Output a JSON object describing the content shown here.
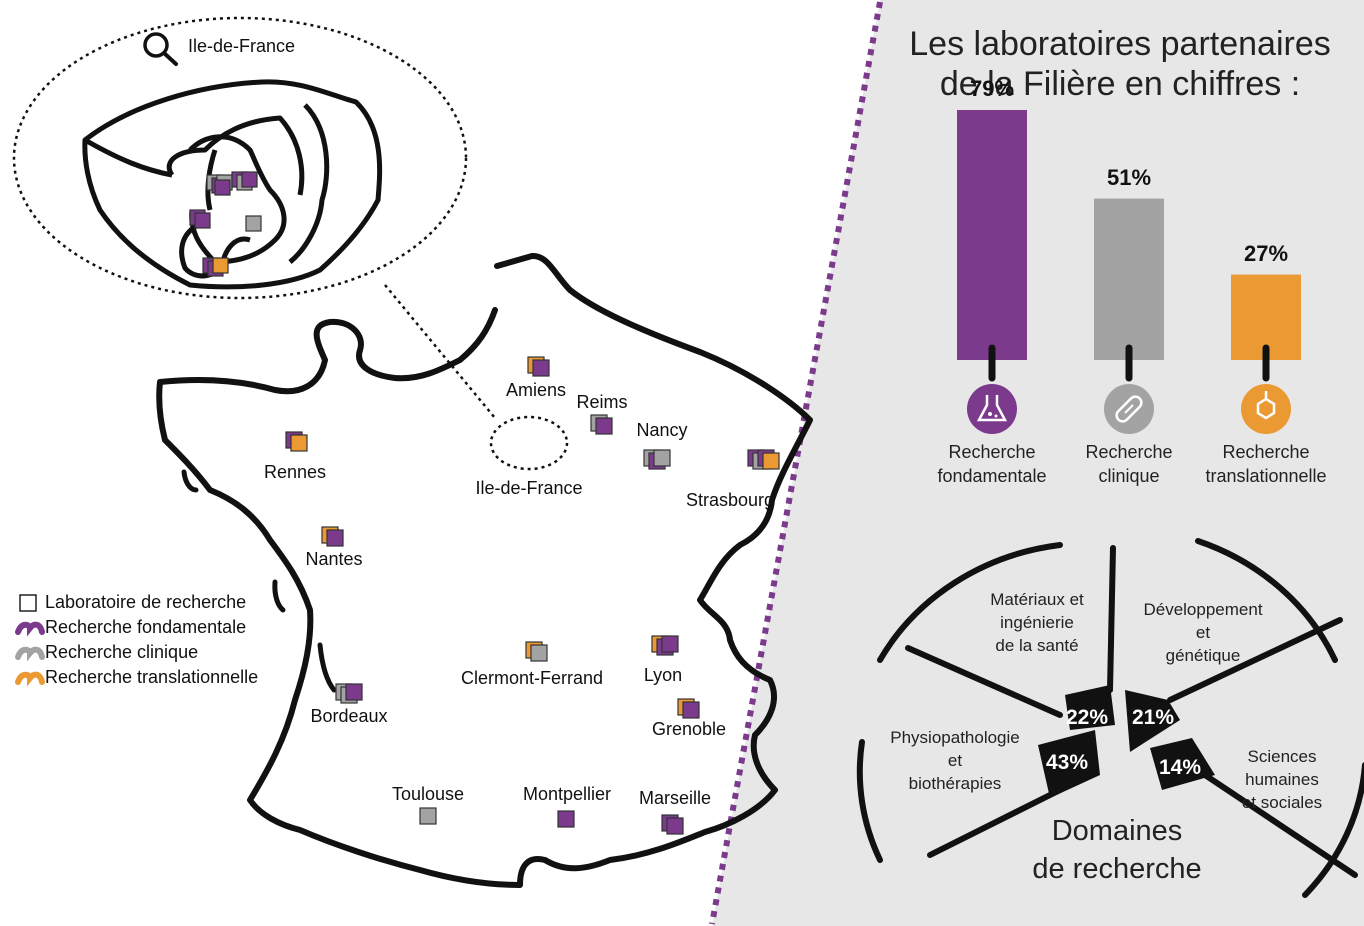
{
  "map": {
    "inset_title": "Ile-de-France",
    "cities": [
      {
        "name": "Amiens",
        "labs": [
          "orange",
          "purple"
        ]
      },
      {
        "name": "Reims",
        "labs": [
          "gray",
          "purple"
        ]
      },
      {
        "name": "Nancy",
        "labs": [
          "gray",
          "purple",
          "gray"
        ]
      },
      {
        "name": "Strasbourg",
        "labs": [
          "purple",
          "gray",
          "purple",
          "orange"
        ]
      },
      {
        "name": "Rennes",
        "labs": [
          "purple",
          "orange"
        ]
      },
      {
        "name": "Nantes",
        "labs": [
          "orange",
          "purple"
        ]
      },
      {
        "name": "Ile-de-France",
        "labs": []
      },
      {
        "name": "Clermont-Ferrand",
        "labs": [
          "orange",
          "gray"
        ]
      },
      {
        "name": "Lyon",
        "labs": [
          "orange",
          "purple",
          "purple"
        ]
      },
      {
        "name": "Grenoble",
        "labs": [
          "orange",
          "purple"
        ]
      },
      {
        "name": "Bordeaux",
        "labs": [
          "gray",
          "gray",
          "purple"
        ]
      },
      {
        "name": "Toulouse",
        "labs": [
          "gray"
        ]
      },
      {
        "name": "Montpellier",
        "labs": [
          "purple"
        ]
      },
      {
        "name": "Marseille",
        "labs": [
          "purple",
          "purple"
        ]
      }
    ],
    "legend": [
      {
        "label": "Laboratoire de recherche",
        "color": "#ffffff"
      },
      {
        "label": "Recherche fondamentale",
        "color": "#7b3a8c"
      },
      {
        "label": "Recherche clinique",
        "color": "#a3a3a3"
      },
      {
        "label": "Recherche translationnelle",
        "color": "#eb9a33"
      }
    ]
  },
  "colors": {
    "purple": "#7b3a8c",
    "gray": "#a3a3a3",
    "orange": "#eb9a33"
  },
  "title_lines": [
    "Les laboratoires partenaires",
    "de la Filière en chiffres :"
  ],
  "chart_data": [
    {
      "type": "bar",
      "categories": [
        "Recherche fondamentale",
        "Recherche clinique",
        "Recherche translationnelle"
      ],
      "category_lines": [
        [
          "Recherche",
          "fondamentale"
        ],
        [
          "Recherche",
          "clinique"
        ],
        [
          "Recherche",
          "translationnelle"
        ]
      ],
      "values": [
        79,
        51,
        27
      ],
      "value_labels": [
        "79%",
        "51%",
        "27%"
      ],
      "colors": [
        "#7b3a8c",
        "#a3a3a3",
        "#eb9a33"
      ],
      "icons": [
        "flask-icon",
        "pill-icon",
        "molecule-icon"
      ],
      "title": "",
      "ylim": [
        0,
        100
      ],
      "grid": false
    },
    {
      "type": "pie",
      "title_lines": [
        "Domaines",
        "de recherche"
      ],
      "categories": [
        "Matériaux et ingénierie de la santé",
        "Développement et génétique",
        "Sciences humaines et sociales",
        "Physiopathologie et biothérapies"
      ],
      "category_lines": [
        [
          "Matériaux et",
          "ingénierie",
          "de la santé"
        ],
        [
          "Développement",
          "et",
          "génétique"
        ],
        [
          "Sciences",
          "humaines",
          "et sociales"
        ],
        [
          "Physiopathologie",
          "et",
          "biothérapies"
        ]
      ],
      "values": [
        22,
        21,
        14,
        43
      ],
      "value_labels": [
        "22%",
        "21%",
        "14%",
        "43%"
      ]
    }
  ]
}
